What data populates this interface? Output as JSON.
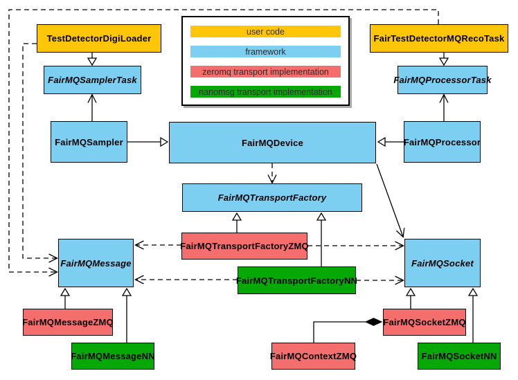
{
  "legend": {
    "items": [
      {
        "label": "user code",
        "color": "#FDC608"
      },
      {
        "label": "framework",
        "color": "#7DCFF2"
      },
      {
        "label": "zeromq transport implementation",
        "color": "#F56E6E"
      },
      {
        "label": "nanomsg transport implementation",
        "color": "#06A806"
      }
    ]
  },
  "nodes": {
    "loader": {
      "label": "TestDetectorDigiLoader",
      "category": "user code",
      "abstract": false
    },
    "recotask": {
      "label": "FairTestDetectorMQRecoTask",
      "category": "user code",
      "abstract": false
    },
    "samplertask": {
      "label": "FairMQSamplerTask",
      "category": "framework",
      "abstract": true
    },
    "processortask": {
      "label": "FairMQProcessorTask",
      "category": "framework",
      "abstract": true
    },
    "sampler": {
      "label": "FairMQSampler",
      "category": "framework",
      "abstract": false
    },
    "processor": {
      "label": "FairMQProcessor",
      "category": "framework",
      "abstract": false
    },
    "device": {
      "label": "FairMQDevice",
      "category": "framework",
      "abstract": false
    },
    "factory": {
      "label": "FairMQTransportFactory",
      "category": "framework",
      "abstract": true
    },
    "factoryzmq": {
      "label": "FairMQTransportFactoryZMQ",
      "category": "zeromq transport implementation",
      "abstract": false
    },
    "factorynn": {
      "label": "FairMQTransportFactoryNN",
      "category": "nanomsg transport implementation",
      "abstract": false
    },
    "message": {
      "label": "FairMQMessage",
      "category": "framework",
      "abstract": true
    },
    "socket": {
      "label": "FairMQSocket",
      "category": "framework",
      "abstract": true
    },
    "messagezmq": {
      "label": "FairMQMessageZMQ",
      "category": "zeromq transport implementation",
      "abstract": false
    },
    "messagenn": {
      "label": "FairMQMessageNN",
      "category": "nanomsg transport implementation",
      "abstract": false
    },
    "socketzmq": {
      "label": "FairMQSocketZMQ",
      "category": "zeromq transport implementation",
      "abstract": false
    },
    "socketnn": {
      "label": "FairMQSocketNN",
      "category": "nanomsg transport implementation",
      "abstract": false
    },
    "contextzmq": {
      "label": "FairMQContextZMQ",
      "category": "zeromq transport implementation",
      "abstract": false
    }
  },
  "edges": [
    {
      "from": "TestDetectorDigiLoader",
      "to": "FairMQSamplerTask",
      "type": "inheritance",
      "style": "solid"
    },
    {
      "from": "FairTestDetectorMQRecoTask",
      "to": "FairMQProcessorTask",
      "type": "inheritance",
      "style": "solid"
    },
    {
      "from": "FairMQSampler",
      "to": "FairMQSamplerTask",
      "type": "association",
      "style": "solid"
    },
    {
      "from": "FairMQProcessor",
      "to": "FairMQProcessorTask",
      "type": "association",
      "style": "solid"
    },
    {
      "from": "FairMQSampler",
      "to": "FairMQDevice",
      "type": "inheritance",
      "style": "solid"
    },
    {
      "from": "FairMQProcessor",
      "to": "FairMQDevice",
      "type": "inheritance",
      "style": "solid"
    },
    {
      "from": "FairMQDevice",
      "to": "FairMQTransportFactory",
      "type": "dependency",
      "style": "dashed"
    },
    {
      "from": "FairMQDevice",
      "to": "FairMQSocket",
      "type": "association",
      "style": "solid"
    },
    {
      "from": "FairMQTransportFactoryZMQ",
      "to": "FairMQTransportFactory",
      "type": "inheritance",
      "style": "solid"
    },
    {
      "from": "FairMQTransportFactoryNN",
      "to": "FairMQTransportFactory",
      "type": "inheritance",
      "style": "solid"
    },
    {
      "from": "FairMQTransportFactoryZMQ",
      "to": "FairMQMessage",
      "type": "dependency",
      "style": "dashed"
    },
    {
      "from": "FairMQTransportFactoryZMQ",
      "to": "FairMQSocket",
      "type": "dependency",
      "style": "dashed"
    },
    {
      "from": "FairMQTransportFactoryNN",
      "to": "FairMQMessage",
      "type": "dependency",
      "style": "dashed"
    },
    {
      "from": "FairMQTransportFactoryNN",
      "to": "FairMQSocket",
      "type": "dependency",
      "style": "dashed"
    },
    {
      "from": "TestDetectorDigiLoader",
      "to": "FairMQMessage",
      "type": "dependency",
      "style": "dashed"
    },
    {
      "from": "FairTestDetectorMQRecoTask",
      "to": "FairMQMessage",
      "type": "dependency",
      "style": "dashed"
    },
    {
      "from": "FairMQMessageZMQ",
      "to": "FairMQMessage",
      "type": "inheritance",
      "style": "solid"
    },
    {
      "from": "FairMQMessageNN",
      "to": "FairMQMessage",
      "type": "inheritance",
      "style": "solid"
    },
    {
      "from": "FairMQSocketZMQ",
      "to": "FairMQSocket",
      "type": "inheritance",
      "style": "solid"
    },
    {
      "from": "FairMQSocketNN",
      "to": "FairMQSocket",
      "type": "inheritance",
      "style": "solid"
    },
    {
      "from": "FairMQContextZMQ",
      "to": "FairMQSocketZMQ",
      "type": "composition",
      "style": "solid"
    }
  ],
  "colors": {
    "user_code": "#FDC608",
    "framework": "#7DCFF2",
    "zeromq": "#F56E6E",
    "nanomsg": "#06A806",
    "edge": "#000000",
    "background": "#FFFFFF"
  }
}
